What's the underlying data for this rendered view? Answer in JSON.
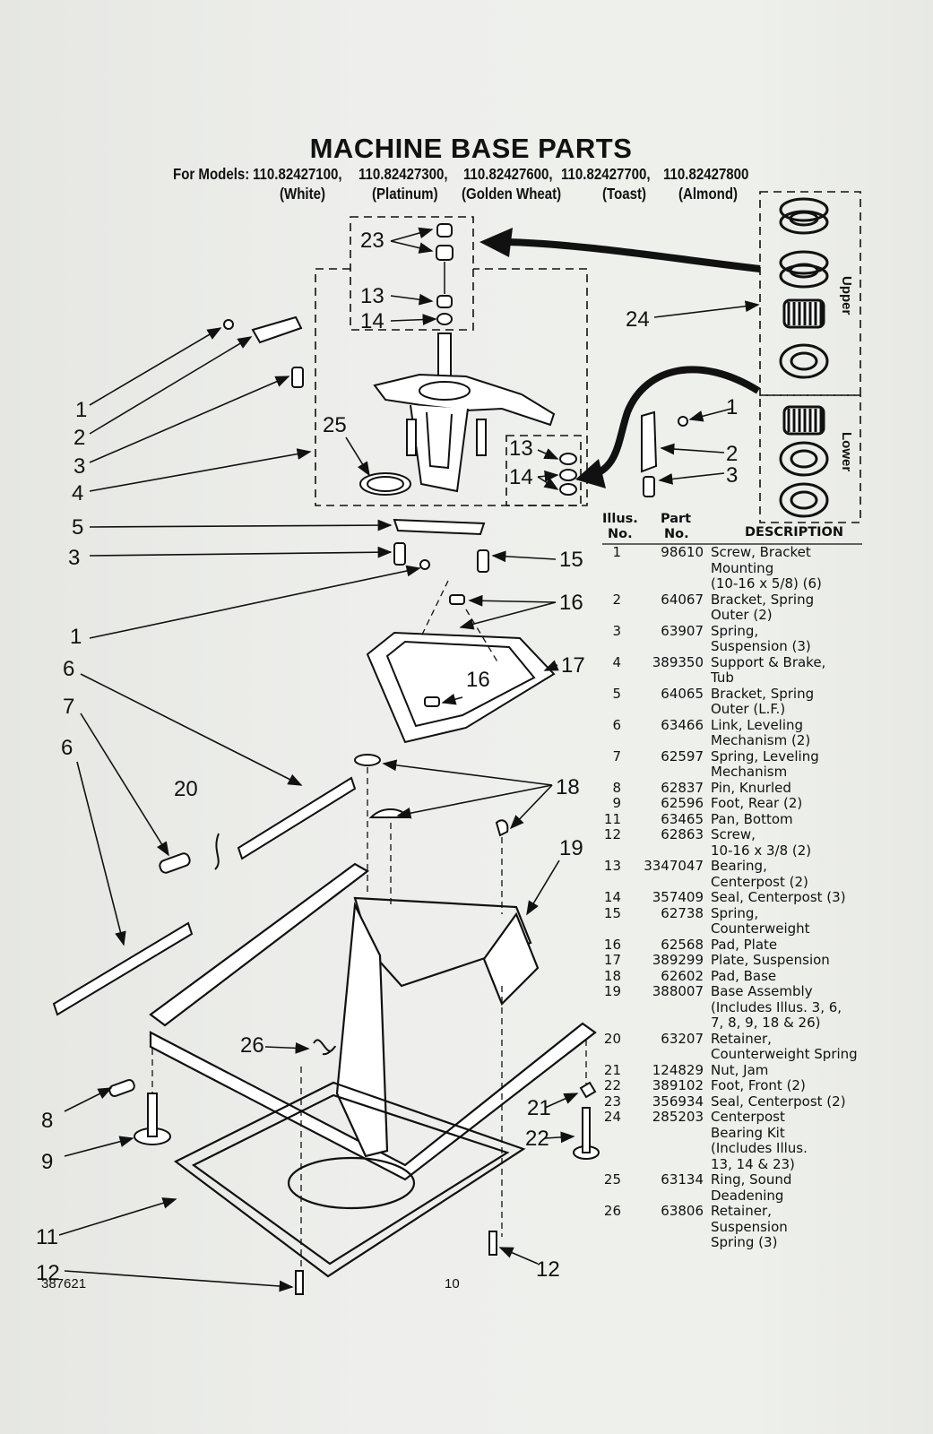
{
  "header": {
    "title": "MACHINE BASE PARTS",
    "for_models_label": "For Models:",
    "models": [
      {
        "number": "110.82427100,",
        "color": "(White)"
      },
      {
        "number": "110.82427300,",
        "color": "(Platinum)"
      },
      {
        "number": "110.82427600,",
        "color": "(Golden Wheat)"
      },
      {
        "number": "110.82427700,",
        "color": "(Toast)"
      },
      {
        "number": "110.82427800",
        "color": "(Almond)"
      }
    ]
  },
  "kit_labels": {
    "upper": "Upper",
    "lower": "Lower"
  },
  "callouts": {
    "c1": "1",
    "c2": "2",
    "c3": "3",
    "c4": "4",
    "c5": "5",
    "c6": "6",
    "c7": "7",
    "c8": "8",
    "c9": "9",
    "c11": "11",
    "c12": "12",
    "c13": "13",
    "c14": "14",
    "c15": "15",
    "c16": "16",
    "c17": "17",
    "c18": "18",
    "c19": "19",
    "c20": "20",
    "c21": "21",
    "c22": "22",
    "c23": "23",
    "c24": "24",
    "c25": "25",
    "c26": "26"
  },
  "table": {
    "col_illus_1": "Illus.",
    "col_illus_2": "No.",
    "col_part_1": "Part",
    "col_part_2": "No.",
    "col_desc": "DESCRIPTION",
    "rows": [
      {
        "illus": "1",
        "part": "98610",
        "desc": "Screw, Bracket\nMounting\n(10-16 x 5/8) (6)"
      },
      {
        "illus": "2",
        "part": "64067",
        "desc": "Bracket, Spring\nOuter (2)"
      },
      {
        "illus": "3",
        "part": "63907",
        "desc": "Spring,\nSuspension (3)"
      },
      {
        "illus": "4",
        "part": "389350",
        "desc": "Support & Brake,\nTub"
      },
      {
        "illus": "5",
        "part": "64065",
        "desc": "Bracket, Spring\nOuter (L.F.)"
      },
      {
        "illus": "6",
        "part": "63466",
        "desc": "Link, Leveling\nMechanism (2)"
      },
      {
        "illus": "7",
        "part": "62597",
        "desc": "Spring, Leveling\nMechanism"
      },
      {
        "illus": "8",
        "part": "62837",
        "desc": "Pin, Knurled"
      },
      {
        "illus": "9",
        "part": "62596",
        "desc": "Foot, Rear (2)"
      },
      {
        "illus": "11",
        "part": "63465",
        "desc": "Pan, Bottom"
      },
      {
        "illus": "12",
        "part": "62863",
        "desc": "Screw,\n10-16 x 3/8 (2)"
      },
      {
        "illus": "13",
        "part": "3347047",
        "desc": "Bearing,\nCenterpost (2)"
      },
      {
        "illus": "14",
        "part": "357409",
        "desc": "Seal, Centerpost (3)"
      },
      {
        "illus": "15",
        "part": "62738",
        "desc": "Spring,\nCounterweight"
      },
      {
        "illus": "16",
        "part": "62568",
        "desc": "Pad, Plate"
      },
      {
        "illus": "17",
        "part": "389299",
        "desc": "Plate, Suspension"
      },
      {
        "illus": "18",
        "part": "62602",
        "desc": "Pad, Base"
      },
      {
        "illus": "19",
        "part": "388007",
        "desc": "Base Assembly\n(Includes Illus. 3, 6,\n7, 8, 9, 18 & 26)"
      },
      {
        "illus": "20",
        "part": "63207",
        "desc": "Retainer,\nCounterweight Spring"
      },
      {
        "illus": "21",
        "part": "124829",
        "desc": "Nut, Jam"
      },
      {
        "illus": "22",
        "part": "389102",
        "desc": "Foot, Front (2)"
      },
      {
        "illus": "23",
        "part": "356934",
        "desc": "Seal, Centerpost  (2)"
      },
      {
        "illus": "24",
        "part": "285203",
        "desc": "Centerpost\nBearing Kit\n(Includes Illus.\n13, 14 & 23)"
      },
      {
        "illus": "25",
        "part": "63134",
        "desc": "Ring, Sound\nDeadening"
      },
      {
        "illus": "26",
        "part": "63806",
        "desc": "Retainer,\nSuspension\nSpring (3)"
      }
    ]
  },
  "footer": {
    "doc_number": "387621",
    "page_number": "10"
  }
}
